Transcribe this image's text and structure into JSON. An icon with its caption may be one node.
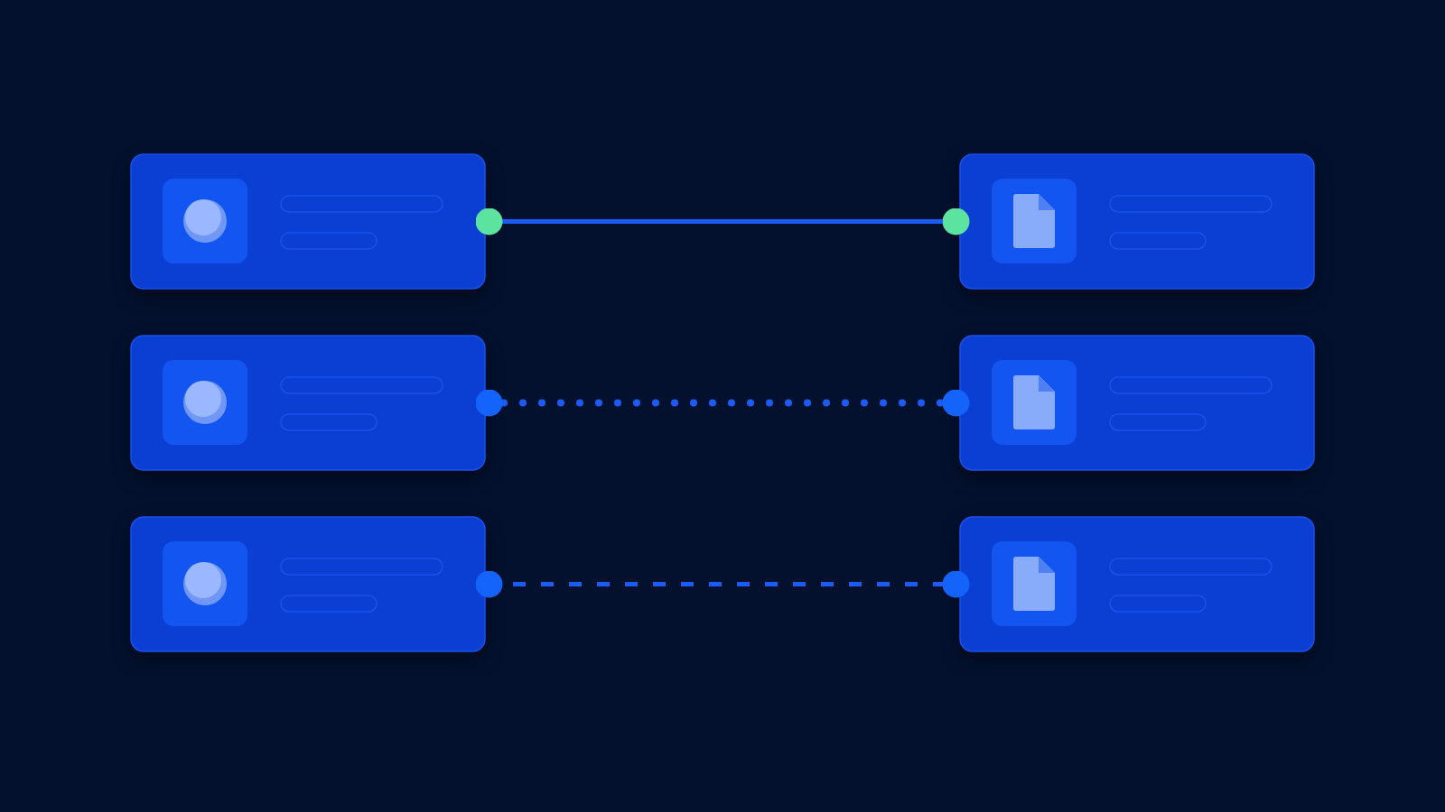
{
  "diagram": {
    "nodes": [
      {
        "text": [],
        "shape": "box"
      },
      {
        "text": [],
        "shape": "box"
      },
      {
        "text": [],
        "shape": "box"
      },
      {
        "text": [],
        "shape": "box"
      },
      {
        "text": [],
        "shape": "box"
      },
      {
        "text": [],
        "shape": "box"
      }
    ],
    "edges": [
      {
        "from": 0,
        "to": 1,
        "arrow": "other"
      },
      {
        "from": 2,
        "to": 3,
        "arrow": "other",
        "style": "dashed"
      },
      {
        "from": 4,
        "to": 5,
        "arrow": "other",
        "style": "dashed"
      }
    ]
  }
}
